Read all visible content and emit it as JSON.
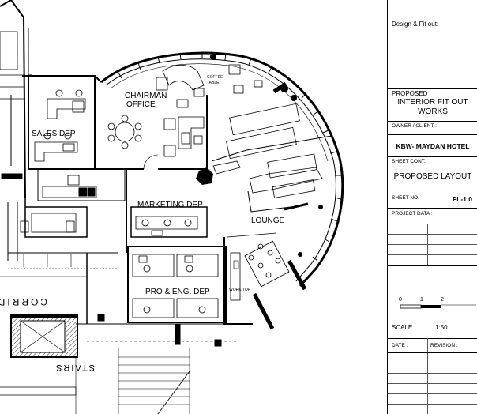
{
  "rooms": {
    "chairman": [
      "CHAIRMAN",
      "OFFICE"
    ],
    "sales": "SALES DEP",
    "marketing": "MARKETING DEP",
    "lounge": "LOUNGE",
    "pro_eng": "PRO & ENG. DEP",
    "coffee_table": [
      "COFFEE",
      "TABLE"
    ],
    "work_top": "WORK TOP",
    "corridor": "CORRID",
    "stairs": "STAIRS"
  },
  "title_block": {
    "design_fitout": "Design & Fit out:",
    "proposed": "PROPOSED",
    "project_title": [
      "INTERIOR FIT OUT",
      "WORKS"
    ],
    "owner_label": "OWNER / CLIENT :",
    "owner": "KBW- MAYDAN HOTEL",
    "sheet_cont_label": "SHEET CONT.",
    "sheet_title": "PROPOSED LAYOUT",
    "sheet_no_label": "SHEET NO.",
    "sheet_no": "FL-1.0",
    "project_data_label": "PROJECT DATA :",
    "scale_ticks": [
      "0",
      "1",
      "2"
    ],
    "scale_label": "SCALE",
    "scale_value": "1:50",
    "date_label": "DATE :",
    "revision_label": "REVISION :"
  }
}
